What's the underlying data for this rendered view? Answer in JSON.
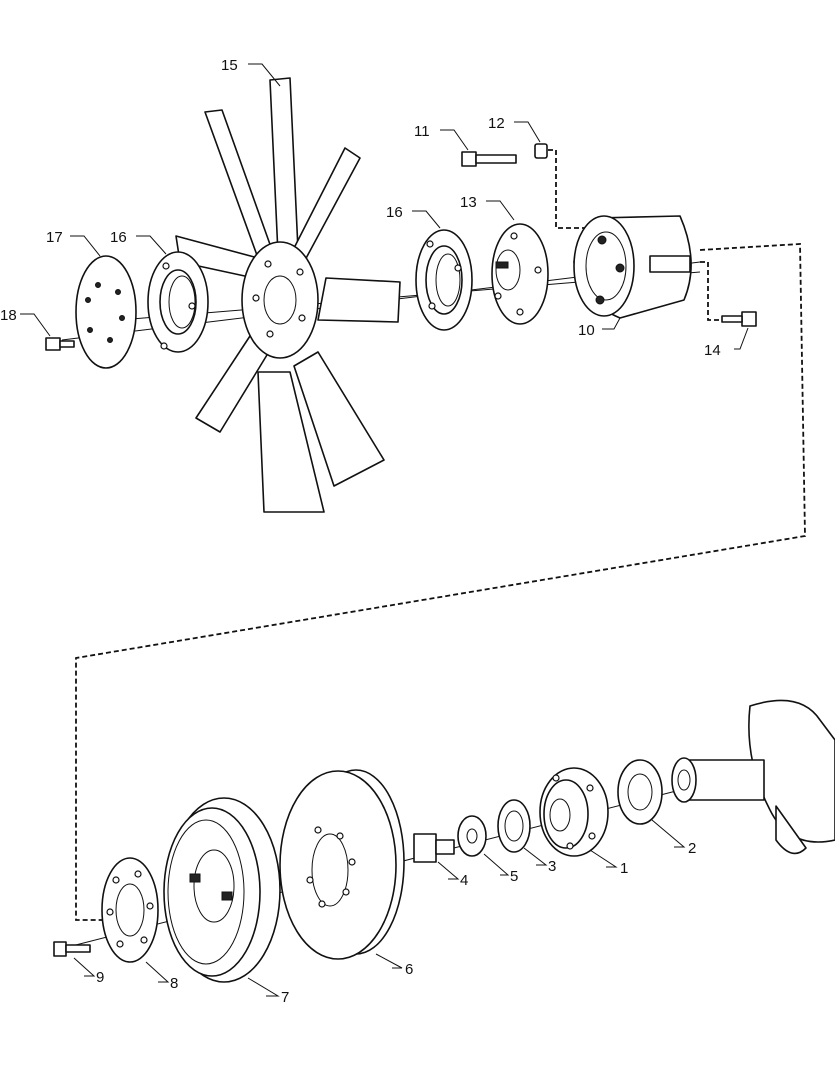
{
  "callouts": [
    {
      "id": "c15",
      "text": "15"
    },
    {
      "id": "c11",
      "text": "11"
    },
    {
      "id": "c12",
      "text": "12"
    },
    {
      "id": "c17",
      "text": "17"
    },
    {
      "id": "c16a",
      "text": "16"
    },
    {
      "id": "c16b",
      "text": "16"
    },
    {
      "id": "c13",
      "text": "13"
    },
    {
      "id": "c18",
      "text": "18"
    },
    {
      "id": "c10",
      "text": "10"
    },
    {
      "id": "c14",
      "text": "14"
    },
    {
      "id": "c1",
      "text": "1"
    },
    {
      "id": "c2",
      "text": "2"
    },
    {
      "id": "c3",
      "text": "3"
    },
    {
      "id": "c4",
      "text": "4"
    },
    {
      "id": "c5",
      "text": "5"
    },
    {
      "id": "c6",
      "text": "6"
    },
    {
      "id": "c7",
      "text": "7"
    },
    {
      "id": "c8",
      "text": "8"
    },
    {
      "id": "c9",
      "text": "9"
    }
  ]
}
